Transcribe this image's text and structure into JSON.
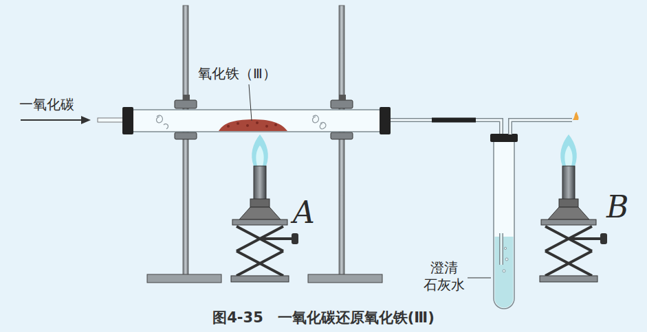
{
  "diagram": {
    "caption": "图4-35　一氧化碳还原氧化铁(Ⅲ)",
    "labels": [
      "一氧化碳",
      "氧化铁（Ⅲ）",
      "A",
      "B",
      "澄清 石灰水"
    ]
  }
}
